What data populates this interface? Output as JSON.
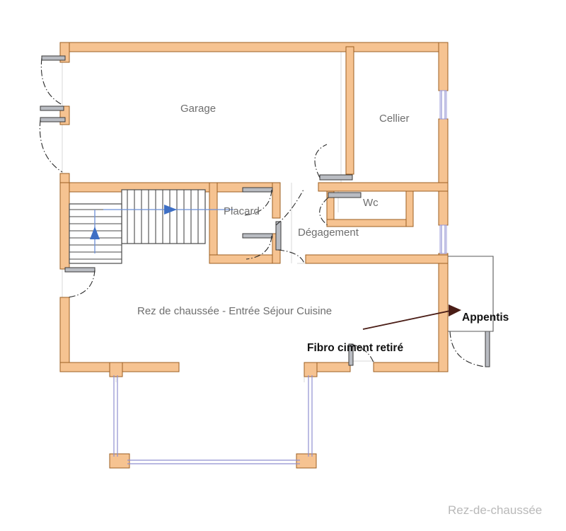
{
  "document": {
    "type": "floor-plan",
    "title": "Rez-de-chaussée",
    "language": "fr"
  },
  "rooms": [
    {
      "id": "garage",
      "label": "Garage"
    },
    {
      "id": "cellier",
      "label": "Cellier"
    },
    {
      "id": "wc",
      "label": "Wc"
    },
    {
      "id": "placard",
      "label": "Placard"
    },
    {
      "id": "degagement",
      "label": "Dégagement"
    },
    {
      "id": "sejour",
      "label": "Rez de chaussée - Entrée Séjour Cuisine"
    }
  ],
  "annotations": [
    {
      "id": "appentis",
      "label": "Appentis",
      "style": "bold-callout"
    },
    {
      "id": "fibro",
      "label": "Fibro ciment retiré",
      "style": "bold-callout"
    }
  ],
  "caption": {
    "text": "Rez-de-chaussée"
  },
  "colors": {
    "wall_fill": "#f6c391",
    "wall_stroke": "#9c5f22",
    "window": "#8f8fd0",
    "room_label": "#6e6e6e",
    "annotation": "#111111",
    "caption": "#b9b9b9",
    "stair_arrow": "#3e6fc4",
    "callout_arrow": "#4a1d16",
    "background": "#ffffff"
  },
  "features": {
    "stairs_direction_label": "up",
    "door_count": 9,
    "window_count": 5
  }
}
